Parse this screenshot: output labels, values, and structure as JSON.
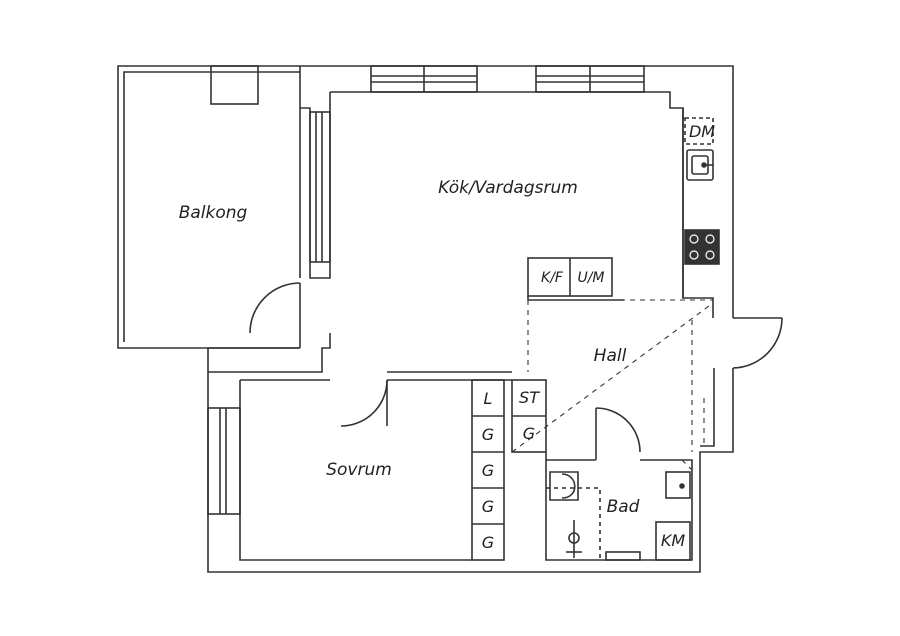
{
  "rooms": {
    "balcony": "Balkong",
    "kitchen_living": "Kök/Vardagsrum",
    "hall": "Hall",
    "bedroom": "Sovrum",
    "bathroom": "Bad"
  },
  "fixtures": {
    "dishwasher": "DM",
    "fridge_freezer": "K/F",
    "oven_microwave": "U/M",
    "linen": "L",
    "storage": "ST",
    "wardrobe": "G",
    "washer": "KM"
  },
  "colors": {
    "line": "#333333",
    "background": "#ffffff"
  }
}
